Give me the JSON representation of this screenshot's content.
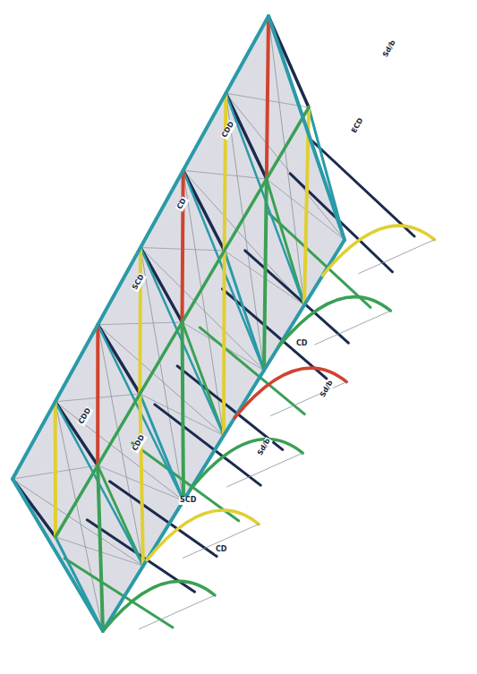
{
  "diagram": {
    "labels": [
      "Sd/b",
      "CDD",
      "ECD",
      "CDD",
      "CD",
      "SCD",
      "Sd/b",
      "CD",
      "SCD",
      "CD",
      "CDD",
      "Sd/b"
    ]
  }
}
